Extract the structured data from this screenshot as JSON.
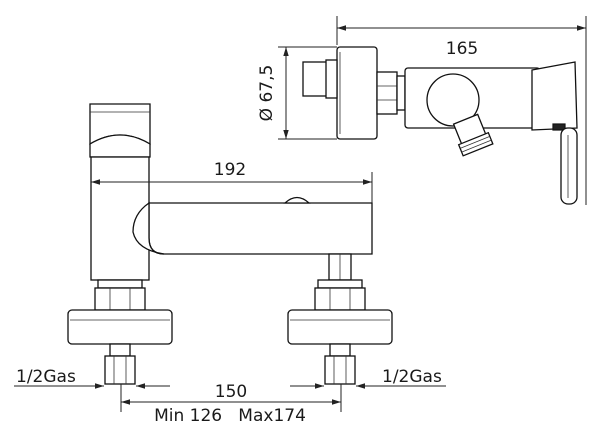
{
  "dimensions": {
    "side_width": "165",
    "body_diameter": "Ø 67,5",
    "spout_length": "192",
    "center_distance": "150",
    "center_range": "Min 126   Max174",
    "inlet_left": "1/2Gas",
    "inlet_right": "1/2Gas"
  }
}
